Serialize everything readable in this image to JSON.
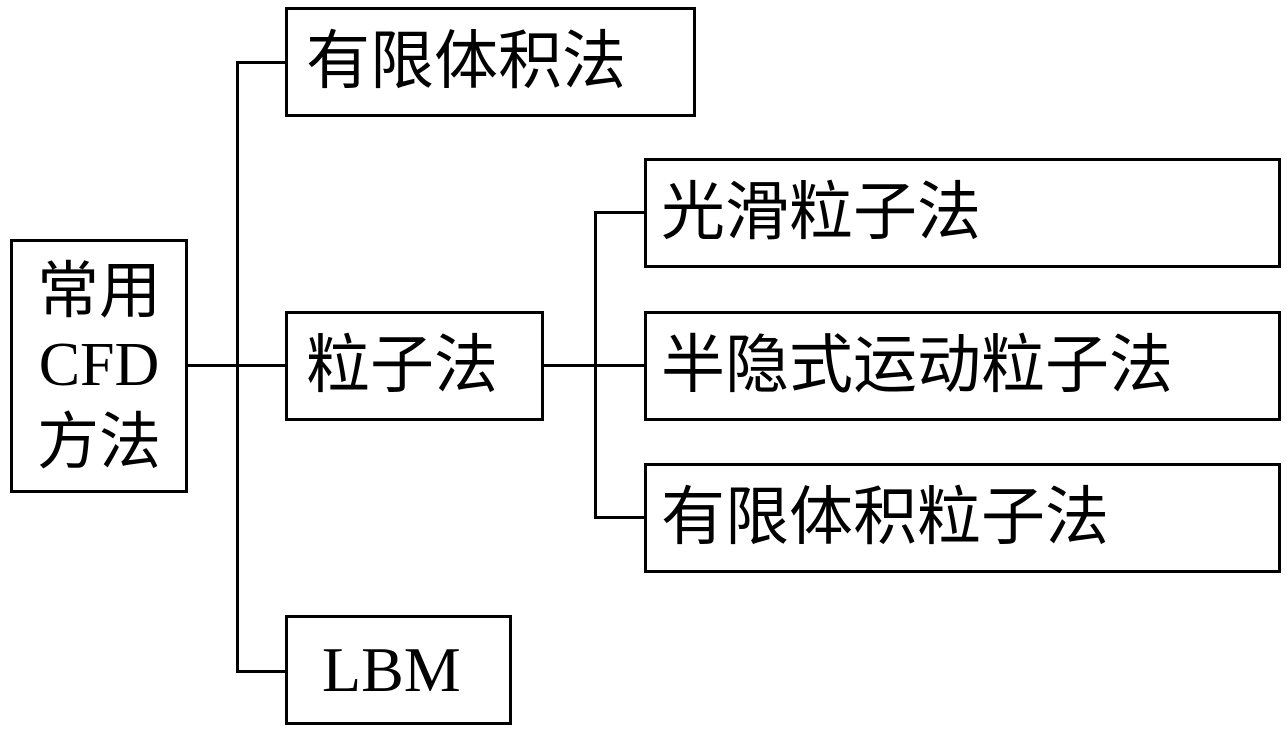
{
  "diagram": {
    "root": {
      "lines": [
        "常用",
        "CFD",
        "方法"
      ]
    },
    "level1": [
      {
        "id": "fvm",
        "label": "有限体积法"
      },
      {
        "id": "particle",
        "label": "粒子法"
      },
      {
        "id": "lbm",
        "label": "LBM"
      }
    ],
    "level2": [
      {
        "id": "sph",
        "label": "光滑粒子法"
      },
      {
        "id": "mps",
        "label": "半隐式运动粒子法"
      },
      {
        "id": "fvpm",
        "label": "有限体积粒子法"
      }
    ]
  }
}
